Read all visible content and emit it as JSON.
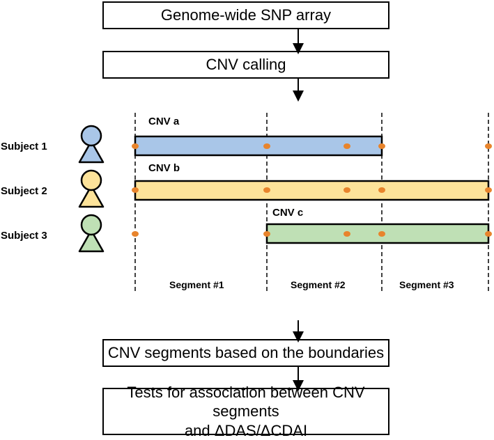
{
  "steps": {
    "step1": "Genome-wide SNP array",
    "step2": "CNV calling",
    "step3": "CNV segments based on the boundaries",
    "step4_line1": "Tests for association between CNV segments",
    "step4_line2": "and ΔDAS/ΔCDAI"
  },
  "subjects": [
    {
      "label": "Subject 1",
      "color": "#a9c6e8"
    },
    {
      "label": "Subject 2",
      "color": "#fde39a"
    },
    {
      "label": "Subject 3",
      "color": "#bfe0b5"
    }
  ],
  "cnvs": [
    {
      "label": "CNV a",
      "color": "#a9c6e8"
    },
    {
      "label": "CNV b",
      "color": "#fde39a"
    },
    {
      "label": "CNV c",
      "color": "#bfe0b5"
    }
  ],
  "segments": [
    "Segment #1",
    "Segment #2",
    "Segment #3"
  ],
  "colors": {
    "snp_dot": "#e8842c",
    "line": "#000000"
  }
}
